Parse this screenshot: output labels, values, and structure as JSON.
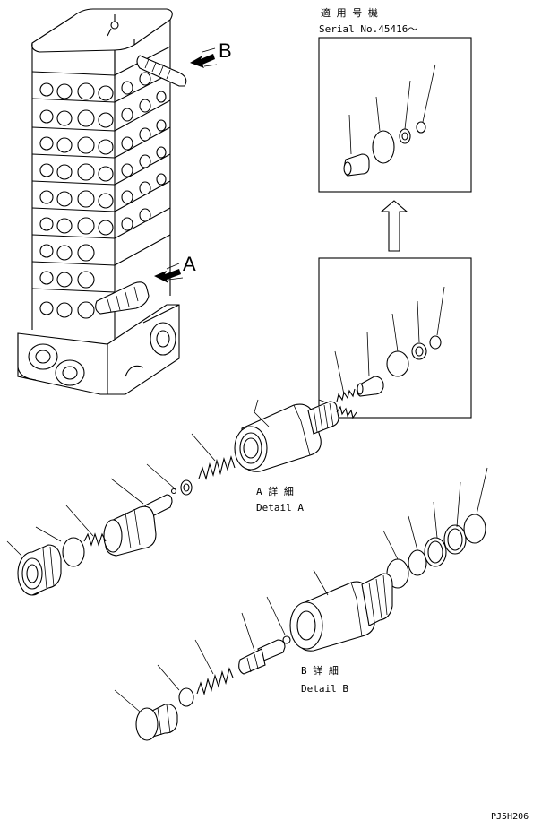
{
  "labels": {
    "arrow_a": "A",
    "arrow_b": "B",
    "serial_jp": "適 用 号 機",
    "serial_no": "Serial No.45416～",
    "detail_a_jp": "A 詳 細",
    "detail_a": "Detail A",
    "detail_b_jp": "B 詳 細",
    "detail_b": "Detail B",
    "drawing_code": "PJ5H206"
  }
}
